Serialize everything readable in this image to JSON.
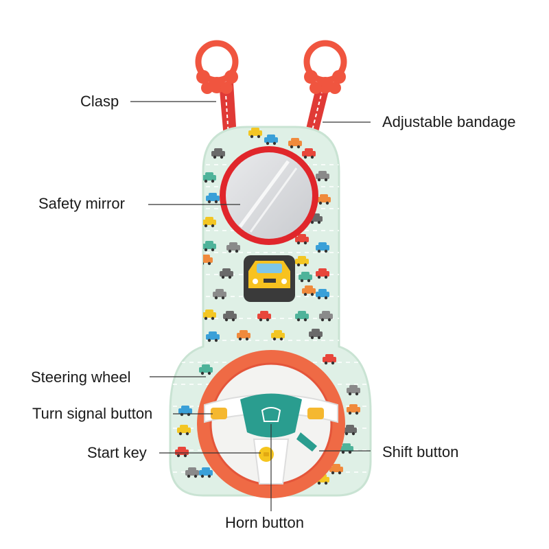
{
  "colors": {
    "background": "#ffffff",
    "panel": "#dff0e6",
    "panel_border": "#c9e3d3",
    "clasp": "#f0553f",
    "strap": "#e03a36",
    "mirror_ring": "#e0262b",
    "wheel_rim": "#ef6a45",
    "wheel_center": "#f3f3f1",
    "hub_teal": "#2a9d8f",
    "signal": "#f5b830",
    "car_yellow": "#f7c21f",
    "label_text": "#1a1a1a"
  },
  "labels": {
    "clasp": "Clasp",
    "adjustable_bandage": "Adjustable bandage",
    "safety_mirror": "Safety mirror",
    "steering_wheel": "Steering wheel",
    "turn_signal_button": "Turn signal button",
    "start_key": "Start key",
    "shift_button": "Shift button",
    "horn_button": "Horn button"
  }
}
